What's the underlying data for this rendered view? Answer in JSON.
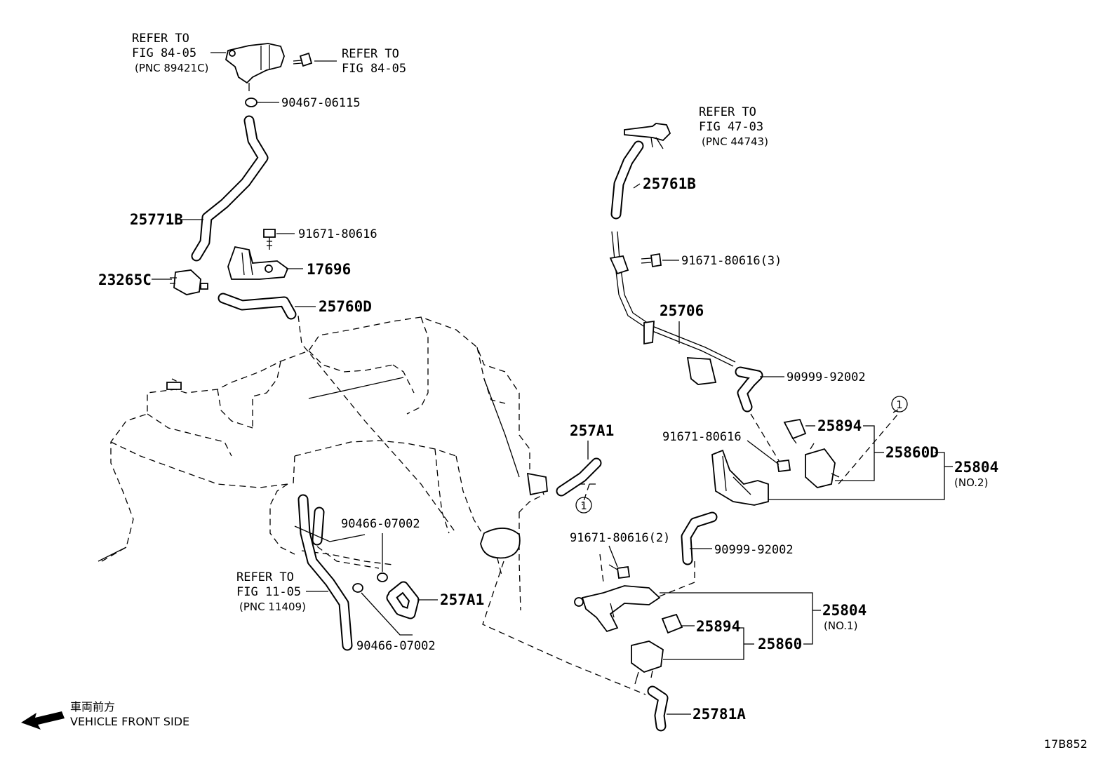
{
  "labels": {
    "refer_8405_a_line1": "REFER TO",
    "refer_8405_a_line2": "FIG 84-05",
    "refer_8405_a_pnc": "(PNC 89421C)",
    "refer_8405_b_line1": "REFER TO",
    "refer_8405_b_line2": "FIG 84-05",
    "p_90467_06115": "90467-06115",
    "p_25771B": "25771B",
    "p_91671_80616_a": "91671-80616",
    "p_17696": "17696",
    "p_23265C": "23265C",
    "p_25760D": "25760D",
    "refer_4703_line1": "REFER TO",
    "refer_4703_line2": "FIG 47-03",
    "refer_4703_pnc": "(PNC 44743)",
    "p_25761B": "25761B",
    "p_91671_80616_3": "91671-80616(3)",
    "p_25706": "25706",
    "p_90999_92002_a": "90999-92002",
    "p_25894_a": "25894",
    "p_25860D": "25860D",
    "p_25804_a": "25804",
    "p_25804_a_sub": "(NO.2)",
    "p_91671_80616_b": "91671-80616",
    "p_257A1_a": "257A1",
    "p_90999_92002_b": "90999-92002",
    "p_90466_07002_a": "90466-07002",
    "p_91671_80616_2": "91671-80616(2)",
    "refer_1105_line1": "REFER TO",
    "refer_1105_line2": "FIG 11-05",
    "refer_1105_pnc": "(PNC 11409)",
    "p_257A1_b": "257A1",
    "p_25804_b": "25804",
    "p_25804_b_sub": "(NO.1)",
    "p_25894_b": "25894",
    "p_25860": "25860",
    "p_90466_07002_b": "90466-07002",
    "p_25781A": "25781A",
    "circle_1_a": "1",
    "circle_1_b": "1"
  },
  "footer": {
    "jp_text": "車両前方",
    "en_text": "VEHICLE FRONT SIDE",
    "code": "17B852"
  },
  "icons": {
    "front_arrow": "arrow-left-icon"
  }
}
